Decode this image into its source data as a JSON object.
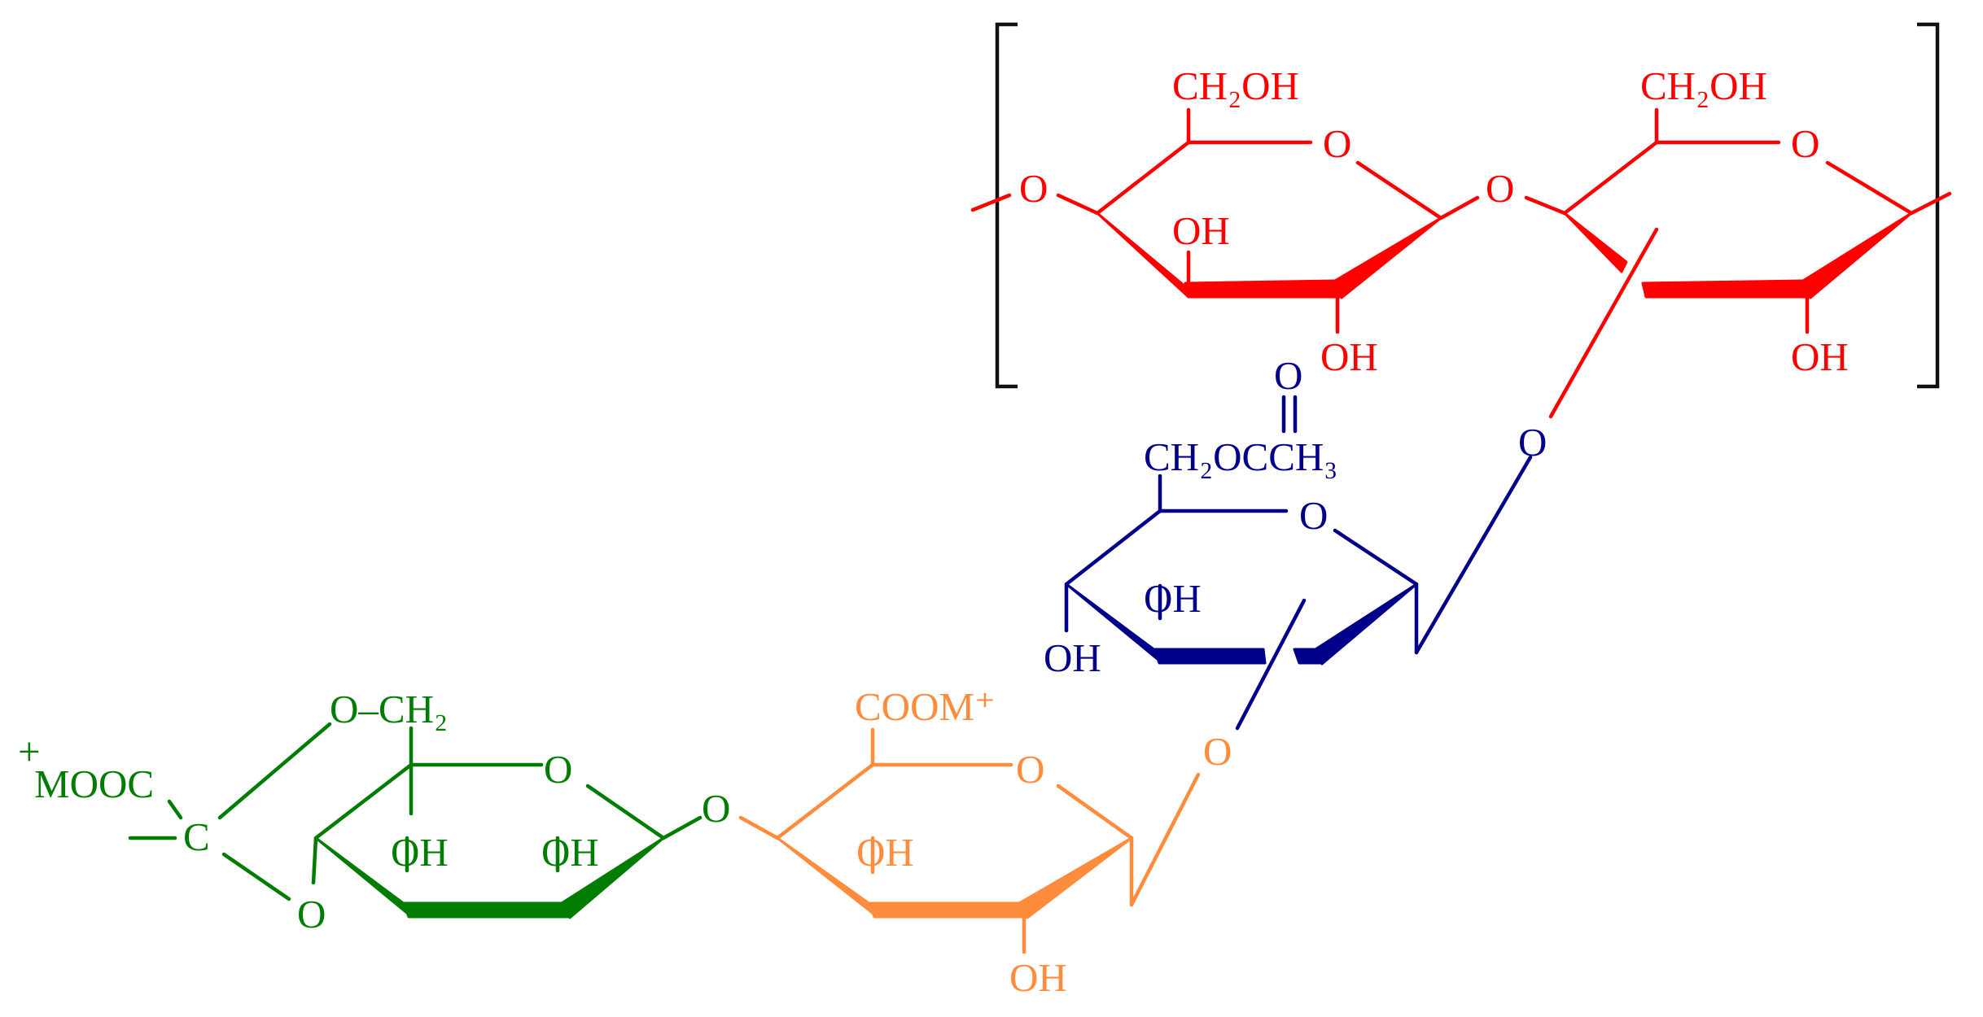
{
  "colors": {
    "red": "#ff0000",
    "blue": "#00008b",
    "orange": "#ff8c3c",
    "green": "#007d00",
    "bracket": "#111111"
  },
  "red_unit": {
    "ring1": {
      "ch2oh": "CH₂OH",
      "ring_o": "O",
      "oh_upper": "OH",
      "oh_lower": "OH"
    },
    "ring2": {
      "ch2oh": "CH₂OH",
      "ring_o": "O",
      "oh_lower": "OH"
    },
    "left_link_o": "O",
    "glycosidic_o": "O"
  },
  "blue_unit": {
    "link_o": "O",
    "carbonyl_o": "O",
    "acetyl_group": "CH₂OCCH₃",
    "ring_o": "O",
    "oh_upper": "OH",
    "oh_lower": "OH"
  },
  "orange_unit": {
    "link_o": "O",
    "carboxylate": "COOM⁺",
    "ring_o": "O",
    "oh_upper": "OH",
    "oh_lower": "OH"
  },
  "green_unit": {
    "pyruvate_o_ch2": "O–CH₂",
    "ring_o": "O",
    "mooc": "MOOC",
    "plus_sign": "+",
    "ketal_c": "C",
    "ketal_o": "O",
    "oh_left": "OH",
    "oh_right": "OH",
    "glycosidic_o": "O"
  }
}
